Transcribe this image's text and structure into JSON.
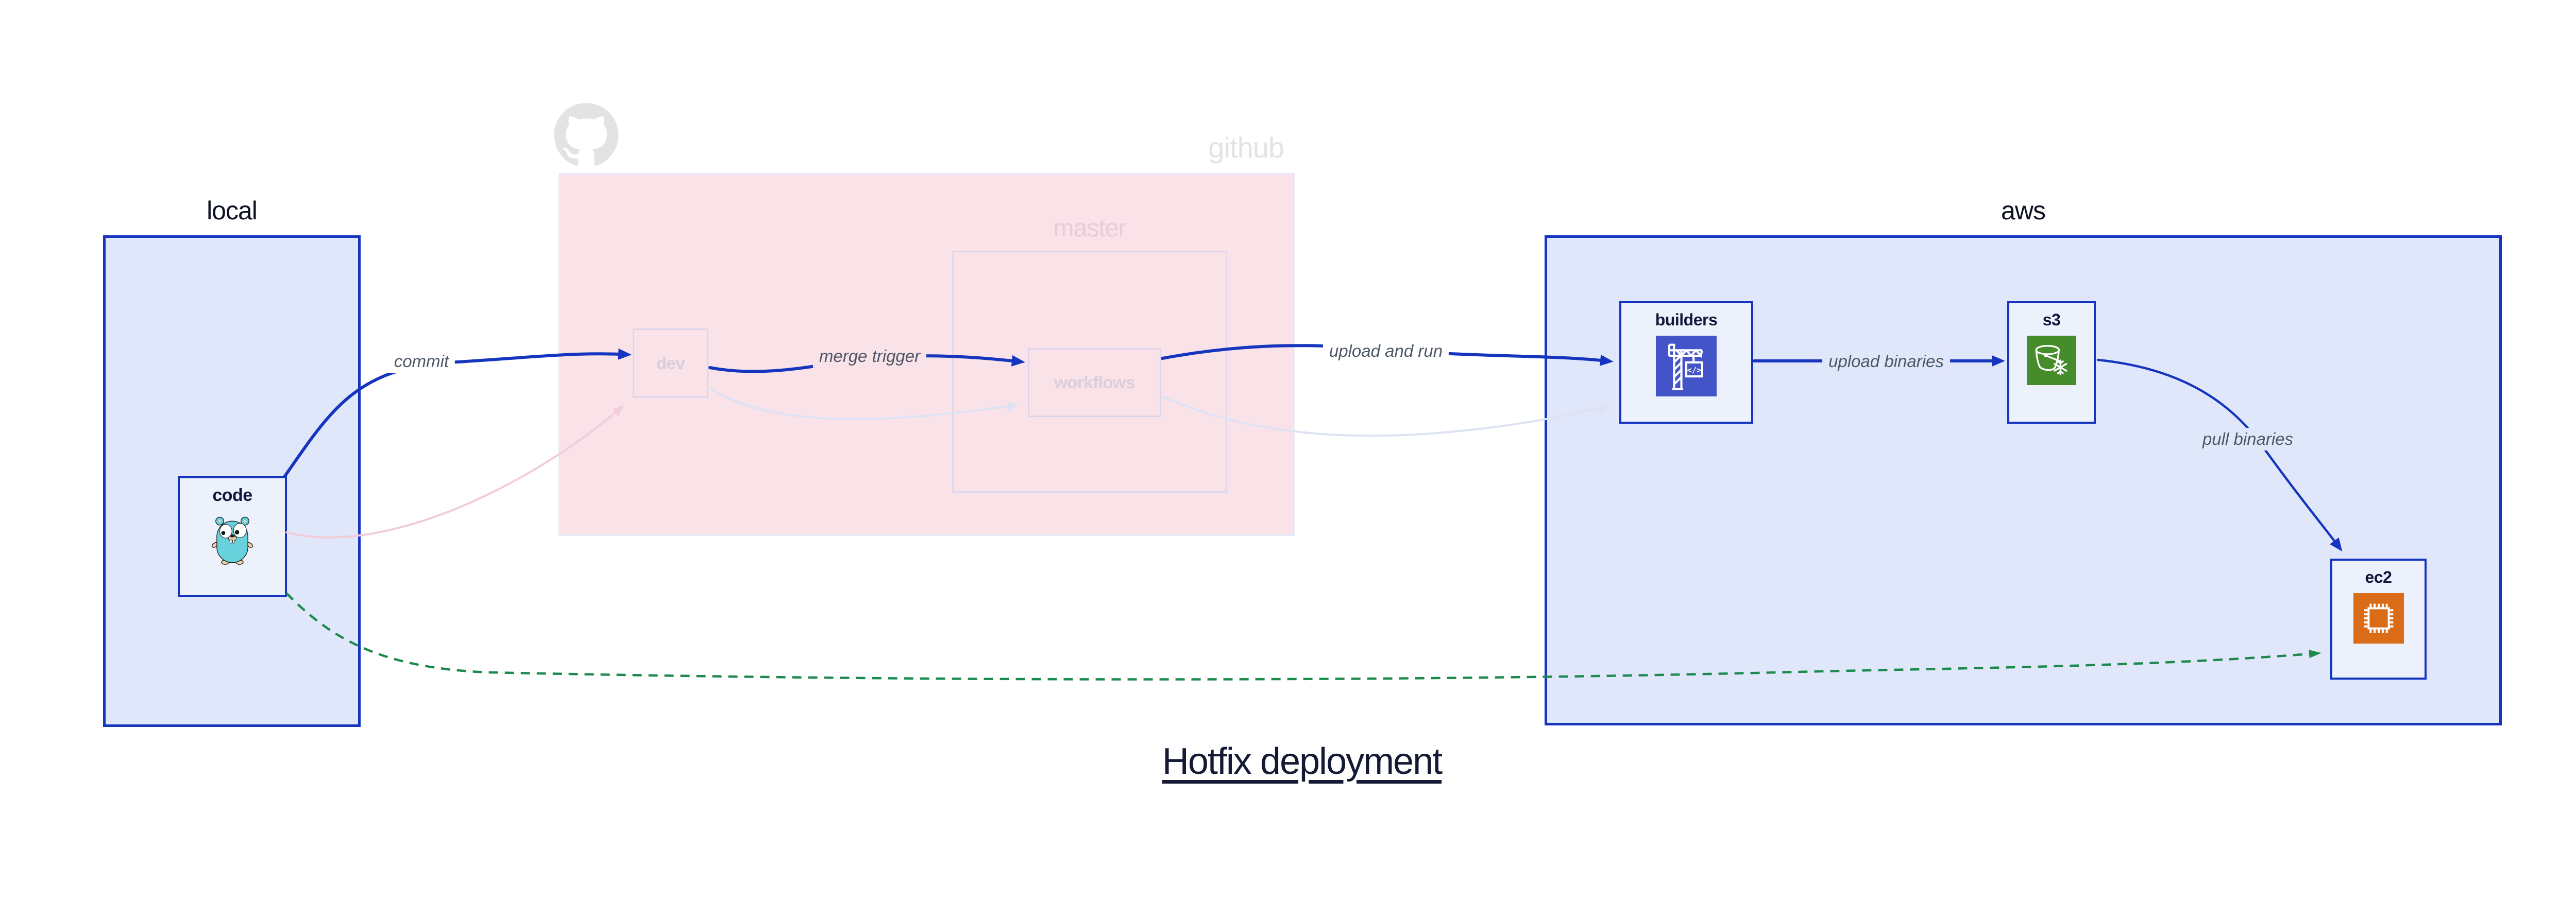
{
  "title": {
    "text": "Hotfix deployment"
  },
  "groups": {
    "local": {
      "label": "local"
    },
    "github": {
      "label": "github",
      "icon": "github-octocat-icon"
    },
    "master": {
      "label": "master"
    },
    "aws": {
      "label": "aws"
    }
  },
  "nodes": {
    "code": {
      "label": "code",
      "icon": "go-gopher-icon"
    },
    "dev": {
      "label": "dev"
    },
    "workflows": {
      "label": "workflows"
    },
    "builders": {
      "label": "builders",
      "icon": "codebuild-crane-icon"
    },
    "s3": {
      "label": "s3",
      "icon": "s3-glacier-bucket-icon"
    },
    "ec2": {
      "label": "ec2",
      "icon": "ec2-chip-icon"
    }
  },
  "edges": [
    {
      "label": "commit",
      "from": "code",
      "to": "dev",
      "style": "solid-blue"
    },
    {
      "label": "merge trigger",
      "from": "dev",
      "to": "workflows",
      "style": "solid-blue"
    },
    {
      "label": "upload and run",
      "from": "workflows",
      "to": "builders",
      "style": "solid-blue"
    },
    {
      "label": "upload binaries",
      "from": "builders",
      "to": "s3",
      "style": "solid-blue"
    },
    {
      "label": "pull binaries",
      "from": "s3",
      "to": "ec2",
      "style": "solid-blue"
    },
    {
      "label": "",
      "from": "code",
      "to": "dev",
      "style": "faded-pink"
    },
    {
      "label": "",
      "from": "dev",
      "to": "workflows",
      "style": "faded-lavender"
    },
    {
      "label": "",
      "from": "workflows",
      "to": "builders",
      "style": "faded-lavender"
    },
    {
      "label": "",
      "from": "code",
      "to": "ec2",
      "style": "dashed-green"
    }
  ],
  "colors": {
    "accent_blue": "#1535bf",
    "group_fill_blue": "#e1e7fb",
    "node_fill": "#edf1fc",
    "github_pink_fill": "#f9e2e8",
    "faded_border": "#dcd6ec",
    "faded_text": "#dbceda",
    "github_gray": "#e3e3e3",
    "edge_label_gray": "#4d5765",
    "dashed_green": "#1b8a4b",
    "faded_pink_edge": "#f3ccd9",
    "faded_lavender_edge": "#dde2f4",
    "codebuild_indigo": "#4353c8",
    "s3_green": "#478c2a",
    "ec2_orange": "#da6b17",
    "gopher_teal": "#67d2db",
    "title_navy": "#141a33"
  }
}
